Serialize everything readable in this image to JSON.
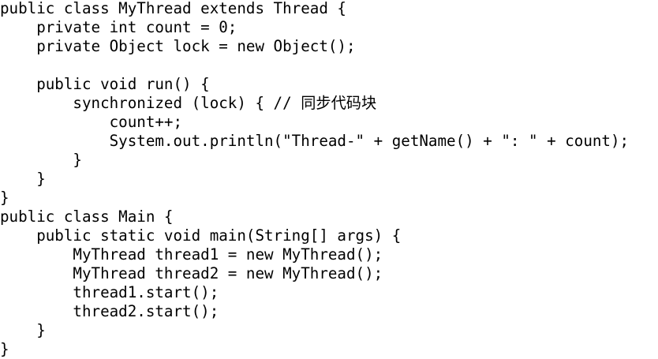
{
  "code": {
    "lines": [
      "public class MyThread extends Thread {",
      "    private int count = 0;",
      "    private Object lock = new Object();",
      "",
      "    public void run() {",
      "        synchronized (lock) { // 同步代码块",
      "            count++;",
      "            System.out.println(\"Thread-\" + getName() + \": \" + count);",
      "        }",
      "    }",
      "}",
      "public class Main {",
      "    public static void main(String[] args) {",
      "        MyThread thread1 = new MyThread();",
      "        MyThread thread2 = new MyThread();",
      "        thread1.start();",
      "        thread2.start();",
      "    }",
      "}"
    ]
  }
}
